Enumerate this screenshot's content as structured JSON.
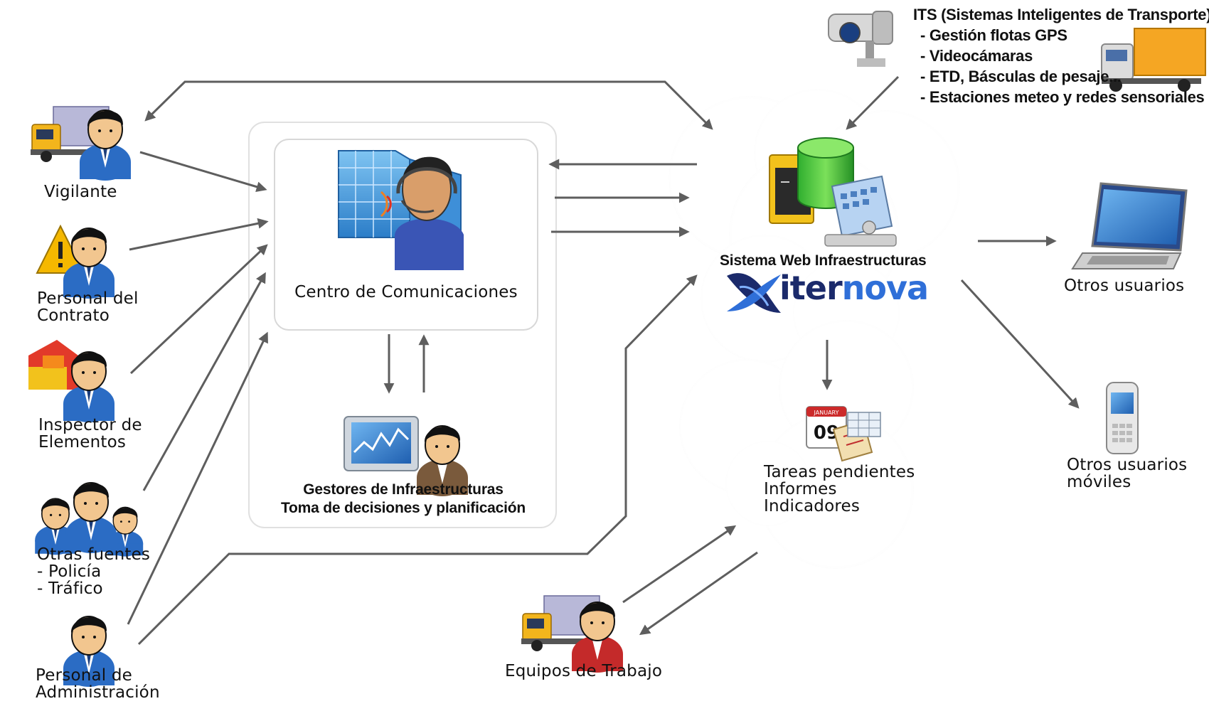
{
  "its": {
    "title": "ITS (Sistemas Inteligentes de Transporte)",
    "items": [
      "- Gestión flotas GPS",
      "- Videocámaras",
      "- ETD, Básculas de pesaje...",
      "- Estaciones meteo y redes sensoriales"
    ]
  },
  "actors": {
    "vigilante": "Vigilante",
    "personal_contrato": [
      "Personal del",
      "Contrato"
    ],
    "inspector": [
      "Inspector de",
      "Elementos"
    ],
    "otras_fuentes": [
      "Otras fuentes",
      "- Policía",
      "- Tráfico"
    ],
    "administracion": [
      "Personal de",
      "Administración"
    ]
  },
  "centro": {
    "label": "Centro de Comunicaciones",
    "gestores": [
      "Gestores de Infraestructuras",
      "Toma de decisiones y planificación"
    ]
  },
  "sistema": {
    "label": "Sistema Web Infraestructuras",
    "logo_part1": "iter",
    "logo_part2": "nova",
    "outputs": [
      "Tareas pendientes",
      "Informes",
      "Indicadores"
    ],
    "calendar_day": "09",
    "calendar_month": "JANUARY"
  },
  "usuarios": {
    "otros": "Otros usuarios",
    "moviles": [
      "Otros usuarios",
      "móviles"
    ]
  },
  "equipos": "Equipos de Trabajo",
  "colors": {
    "arrow": "#5e5e5e",
    "logo_dark": "#1b2a6b",
    "logo_blue": "#2f6fd8",
    "truck_yellow": "#f2b51c",
    "person_blue": "#2b6cc4"
  }
}
